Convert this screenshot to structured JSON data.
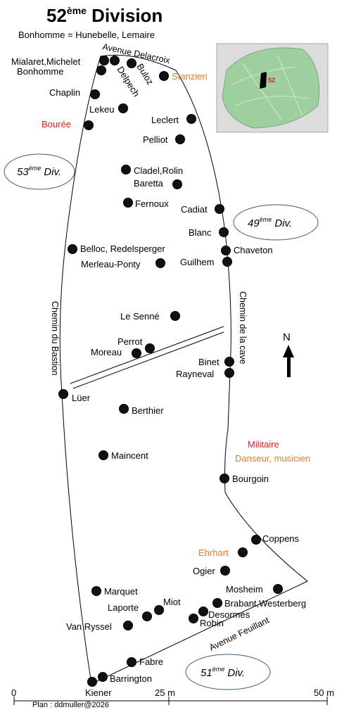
{
  "title": {
    "main": "52",
    "sup": "ème",
    "rest": " Division"
  },
  "subtitle": "Bonhomme = Hunebelle, Lemaire",
  "streets": {
    "avenue_delacroix": "Avenue Delacroix",
    "chemin_bastion": "Chemin du Bastion",
    "chemin_cave": "Chemin de la cave",
    "avenue_feuillant": "Avenue Feuillant"
  },
  "divisions": {
    "d53": {
      "num": "53",
      "sup": "ème",
      "rest": " Div."
    },
    "d49": {
      "num": "49",
      "sup": "ème",
      "rest": " Div."
    },
    "d51": {
      "num": "51",
      "sup": "ème",
      "rest": " Div."
    }
  },
  "legend": {
    "military": "Militaire",
    "dancer": "Danseur, musicien"
  },
  "colors": {
    "military": "#d32222",
    "dancer": "#e07a28",
    "inset_park": "#9fcf9f"
  },
  "north": "N",
  "inset": {
    "marker": "52"
  },
  "scale": {
    "zero": "0",
    "mid": "25 m",
    "end": "50 m"
  },
  "credit": "Plan : ddmuller@2026",
  "graves": {
    "mialaret": "Mialaret,Michelet",
    "bonhomme": "Bonhomme",
    "buloz": "Buloz",
    "delpech": "Delpech",
    "stanzieri": "Stanzieri",
    "chaplin": "Chaplin",
    "lekeu": "Lekeu",
    "bouree": "Bourée",
    "leclert": "Leclert",
    "pelliot": "Pelliot",
    "cladel": "Cladel,Rolin",
    "baretta": "Baretta",
    "fernoux": "Fernoux",
    "cadiat": "Cadiat",
    "blanc": "Blanc",
    "belloc": "Belloc, Redelsperger",
    "chaveton": "Chaveton",
    "guilhem": "Guilhem",
    "merleau": "Merleau-Ponty",
    "lesenne": "Le Senné",
    "perrot": "Perrot",
    "moreau": "Moreau",
    "binet": "Binet",
    "rayneval": "Rayneval",
    "luer": "Lüer",
    "berthier": "Berthier",
    "maincent": "Maincent",
    "bourgoin": "Bourgoin",
    "coppens": "Coppens",
    "ehrhart": "Ehrhart",
    "ogier": "Ogier",
    "mosheim": "Mosheim",
    "marquet": "Marquet",
    "miot": "Miot",
    "laporte": "Laporte",
    "brabant": "Brabant,Westerberg",
    "desormes": "Desormes",
    "robin": "Robin",
    "vanryssel": "Van Ryssel",
    "fabre": "Fabre",
    "barrington": "Barrington",
    "kiener": "Kiener"
  }
}
